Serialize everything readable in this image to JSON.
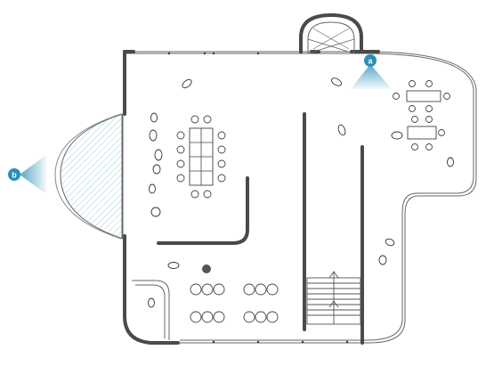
{
  "markers": [
    {
      "id": "a",
      "label": "a",
      "color": "#2b8fb8"
    },
    {
      "id": "b",
      "label": "b",
      "color": "#2b8fb8"
    }
  ],
  "colors": {
    "wall": "#4a4a4a",
    "hatch": "#9ecfe0",
    "marker": "#2b8fb8"
  }
}
